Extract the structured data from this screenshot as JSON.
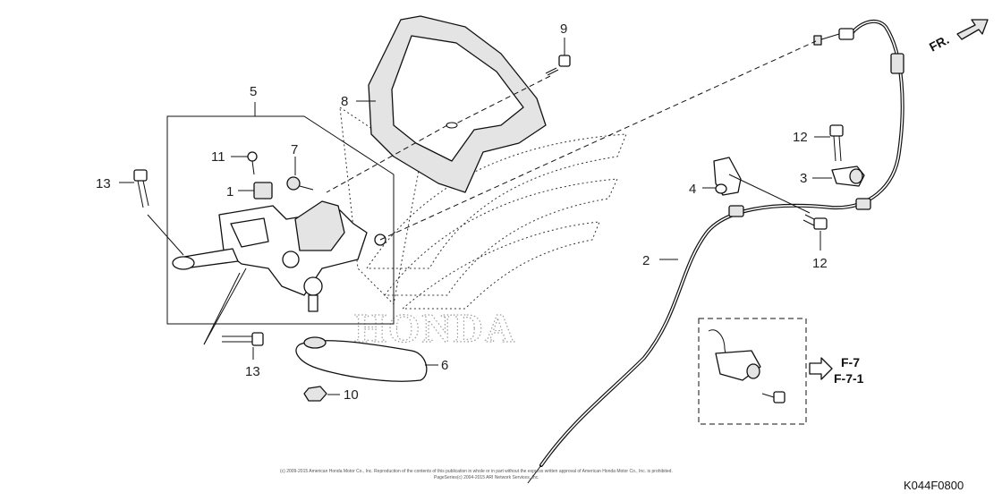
{
  "diagram": {
    "callouts": {
      "c1": "1",
      "c2": "2",
      "c3": "3",
      "c4": "4",
      "c5": "5",
      "c6": "6",
      "c7": "7",
      "c8": "8",
      "c9": "9",
      "c10": "10",
      "c11": "11",
      "c12a": "12",
      "c12b": "12",
      "c13a": "13",
      "c13b": "13"
    },
    "references": [
      "F-7",
      "F-7-1"
    ],
    "direction_label": "FR.",
    "watermark": "HONDA",
    "copyright_line1": "(c) 2009-2015 American Honda Motor Co., Inc. Reproduction of the contents of this publication in whole or in part without the express written approval of American Honda Motor Co., Inc. is prohibited.",
    "copyright_line2": "PageSeries(c) 2004-2015 ARI Network Services, Inc.",
    "diagram_code": "K044F0800"
  }
}
